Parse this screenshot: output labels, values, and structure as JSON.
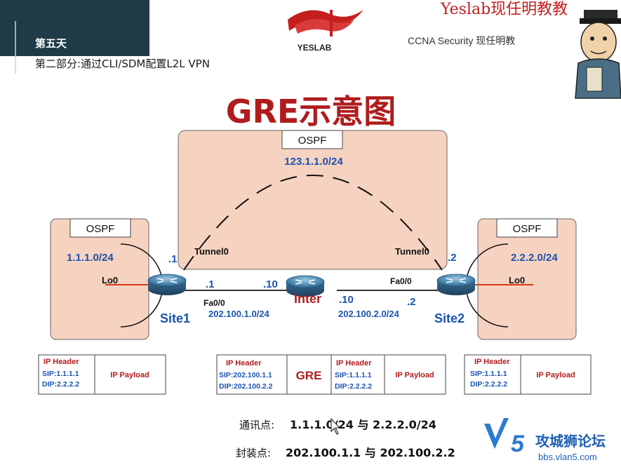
{
  "header": {
    "day": "第五天",
    "subtitle": "第二部分:通过CLI/SDM配置L2L VPN",
    "logo_text": "YESLAB",
    "course": "CCNA Security  现任明教",
    "brand_top": "Yeslab现任明教教"
  },
  "title": "GRE示意图",
  "ospf_label": "OSPF",
  "tunnel": {
    "network": "123.1.1.0/24",
    "left_label": "Tunnel0",
    "right_label": "Tunnel0",
    "left_addr": ".1",
    "right_addr": ".2"
  },
  "left_site": {
    "network": "1.1.1.0/24",
    "loopback": "Lo0",
    "name": "Site1",
    "intf": "Fa0/0",
    "addr": ".1",
    "wan": "202.100.1.0/24"
  },
  "right_site": {
    "network": "2.2.2.0/24",
    "loopback": "Lo0",
    "name": "Site2",
    "intf": "Fa0/0",
    "addr": ".2",
    "wan": "202.100.2.0/24"
  },
  "inter": {
    "name": "Inter",
    "left_addr": ".10",
    "right_addr": ".10"
  },
  "packets": {
    "left": {
      "header": "IP Header",
      "sip": "SIP:1.1.1.1",
      "dip": "DIP:2.2.2.2",
      "payload": "IP Payload"
    },
    "middle": {
      "outer_header": "IP Header",
      "outer_sip": "SIP:202.100.1.1",
      "outer_dip": "DIP:202.100.2.2",
      "gre": "GRE",
      "inner_header": "IP Header",
      "inner_sip": "SIP:1.1.1.1",
      "inner_dip": "DIP:2.2.2.2",
      "payload": "IP Payload"
    },
    "right": {
      "header": "IP Header",
      "sip": "SIP:1.1.1.1",
      "dip": "DIP:2.2.2.2",
      "payload": "IP Payload"
    }
  },
  "notes": {
    "comm_label": "通讯点:",
    "comm_value": "1.1.1.0/24 与 2.2.2.0/24",
    "encap_label": "封装点:",
    "encap_value": "202.100.1.1 与 202.100.2.2"
  },
  "watermark": {
    "name": "攻城狮论坛",
    "url": "bbs.vlan5.com"
  },
  "colors": {
    "header_dark": "#1e3b47",
    "title_red": "#b01c1c",
    "ospf_fill": "#f6d2c0",
    "link_blue": "#1a53b0",
    "router_blue": "#3f7fa8",
    "loop_red": "#d33a1a",
    "brand_red": "#c41e1e"
  }
}
